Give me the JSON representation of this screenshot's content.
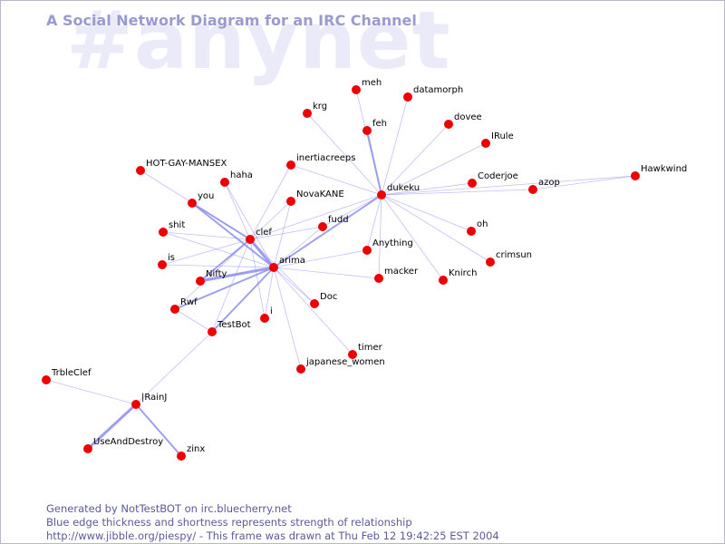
{
  "diagram": {
    "watermark": "#anynet",
    "title": "A Social Network Diagram for an IRC Channel",
    "footer": {
      "line1": "Generated by NotTestBOT on irc.bluecherry.net",
      "line2": "Blue edge thickness and shortness represents strength of relationship",
      "line3": "http://www.jibble.org/piespy/ - This frame was drawn at Thu Feb 12 19:42:25 EST 2004"
    },
    "colors": {
      "node": "#ee0000",
      "edge": "#8c8cf0",
      "watermark": "#eaeaf8",
      "title": "#9a9ad0",
      "footer": "#5a5a9a"
    },
    "nodes": [
      {
        "id": "meh",
        "label": "meh"
      },
      {
        "id": "datamorph",
        "label": "datamorph"
      },
      {
        "id": "krg",
        "label": "krg"
      },
      {
        "id": "dovee",
        "label": "dovee"
      },
      {
        "id": "feh",
        "label": "feh"
      },
      {
        "id": "IRule",
        "label": "IRule"
      },
      {
        "id": "inertiacreeps",
        "label": "inertiacreeps"
      },
      {
        "id": "HOT-GAY-MANSEX",
        "label": "HOT-GAY-MANSEX"
      },
      {
        "id": "haha",
        "label": "haha"
      },
      {
        "id": "Hawkwind",
        "label": "Hawkwind"
      },
      {
        "id": "Coderjoe",
        "label": "Coderjoe"
      },
      {
        "id": "azop",
        "label": "azop"
      },
      {
        "id": "dukeku",
        "label": "dukeku"
      },
      {
        "id": "you",
        "label": "you"
      },
      {
        "id": "NovaKANE",
        "label": "NovaKANE"
      },
      {
        "id": "fudd",
        "label": "fudd"
      },
      {
        "id": "shit",
        "label": "shit"
      },
      {
        "id": "clef",
        "label": "clef"
      },
      {
        "id": "oh",
        "label": "oh"
      },
      {
        "id": "Anything",
        "label": "Anything"
      },
      {
        "id": "is",
        "label": "is"
      },
      {
        "id": "arima",
        "label": "arima"
      },
      {
        "id": "crimsun",
        "label": "crimsun"
      },
      {
        "id": "Nifty",
        "label": "Nifty"
      },
      {
        "id": "macker",
        "label": "macker"
      },
      {
        "id": "Knirch",
        "label": "Knirch"
      },
      {
        "id": "Doc",
        "label": "Doc"
      },
      {
        "id": "Rwf",
        "label": "Rwf"
      },
      {
        "id": "i",
        "label": "i"
      },
      {
        "id": "TestBot",
        "label": "TestBot"
      },
      {
        "id": "timer",
        "label": "timer"
      },
      {
        "id": "japanese_women",
        "label": "japanese_women"
      },
      {
        "id": "TrbleClef",
        "label": "TrbleClef"
      },
      {
        "id": "RainJ",
        "label": "|RainJ"
      },
      {
        "id": "UseAndDestroy",
        "label": "UseAndDestroy"
      },
      {
        "id": "zinx",
        "label": "zinx"
      }
    ],
    "edges": [
      {
        "from": "dukeku",
        "to": "meh",
        "weight": 1
      },
      {
        "from": "dukeku",
        "to": "datamorph",
        "weight": 1
      },
      {
        "from": "dukeku",
        "to": "krg",
        "weight": 1
      },
      {
        "from": "dukeku",
        "to": "feh",
        "weight": 2
      },
      {
        "from": "dukeku",
        "to": "dovee",
        "weight": 1
      },
      {
        "from": "dukeku",
        "to": "IRule",
        "weight": 1
      },
      {
        "from": "dukeku",
        "to": "inertiacreeps",
        "weight": 1
      },
      {
        "from": "dukeku",
        "to": "Coderjoe",
        "weight": 1
      },
      {
        "from": "dukeku",
        "to": "azop",
        "weight": 1
      },
      {
        "from": "dukeku",
        "to": "Hawkwind",
        "weight": 1
      },
      {
        "from": "dukeku",
        "to": "oh",
        "weight": 1
      },
      {
        "from": "dukeku",
        "to": "crimsun",
        "weight": 1
      },
      {
        "from": "dukeku",
        "to": "Knirch",
        "weight": 1
      },
      {
        "from": "dukeku",
        "to": "macker",
        "weight": 1
      },
      {
        "from": "dukeku",
        "to": "Anything",
        "weight": 1
      },
      {
        "from": "dukeku",
        "to": "fudd",
        "weight": 1
      },
      {
        "from": "dukeku",
        "to": "clef",
        "weight": 1
      },
      {
        "from": "dukeku",
        "to": "arima",
        "weight": 2
      },
      {
        "from": "azop",
        "to": "Hawkwind",
        "weight": 1
      },
      {
        "from": "clef",
        "to": "HOT-GAY-MANSEX",
        "weight": 1
      },
      {
        "from": "clef",
        "to": "haha",
        "weight": 1
      },
      {
        "from": "clef",
        "to": "you",
        "weight": 2
      },
      {
        "from": "clef",
        "to": "shit",
        "weight": 1
      },
      {
        "from": "clef",
        "to": "is",
        "weight": 1
      },
      {
        "from": "clef",
        "to": "Nifty",
        "weight": 2
      },
      {
        "from": "clef",
        "to": "Rwf",
        "weight": 1
      },
      {
        "from": "clef",
        "to": "TestBot",
        "weight": 1
      },
      {
        "from": "clef",
        "to": "i",
        "weight": 1
      },
      {
        "from": "clef",
        "to": "NovaKANE",
        "weight": 1
      },
      {
        "from": "clef",
        "to": "inertiacreeps",
        "weight": 1
      },
      {
        "from": "clef",
        "to": "fudd",
        "weight": 1
      },
      {
        "from": "clef",
        "to": "Doc",
        "weight": 1
      },
      {
        "from": "clef",
        "to": "arima",
        "weight": 3
      },
      {
        "from": "arima",
        "to": "you",
        "weight": 2
      },
      {
        "from": "arima",
        "to": "haha",
        "weight": 1
      },
      {
        "from": "arima",
        "to": "shit",
        "weight": 1
      },
      {
        "from": "arima",
        "to": "is",
        "weight": 1
      },
      {
        "from": "arima",
        "to": "Nifty",
        "weight": 3
      },
      {
        "from": "arima",
        "to": "Rwf",
        "weight": 2
      },
      {
        "from": "arima",
        "to": "TestBot",
        "weight": 2
      },
      {
        "from": "arima",
        "to": "i",
        "weight": 1
      },
      {
        "from": "arima",
        "to": "NovaKANE",
        "weight": 1
      },
      {
        "from": "arima",
        "to": "fudd",
        "weight": 1
      },
      {
        "from": "arima",
        "to": "Anything",
        "weight": 1
      },
      {
        "from": "arima",
        "to": "macker",
        "weight": 1
      },
      {
        "from": "arima",
        "to": "Doc",
        "weight": 1
      },
      {
        "from": "arima",
        "to": "timer",
        "weight": 1
      },
      {
        "from": "arima",
        "to": "japanese_women",
        "weight": 1
      },
      {
        "from": "Rwf",
        "to": "TestBot",
        "weight": 1
      },
      {
        "from": "TestBot",
        "to": "RainJ",
        "weight": 1
      },
      {
        "from": "RainJ",
        "to": "TrbleClef",
        "weight": 1
      },
      {
        "from": "RainJ",
        "to": "UseAndDestroy",
        "weight": 3
      },
      {
        "from": "RainJ",
        "to": "zinx",
        "weight": 2
      }
    ]
  }
}
